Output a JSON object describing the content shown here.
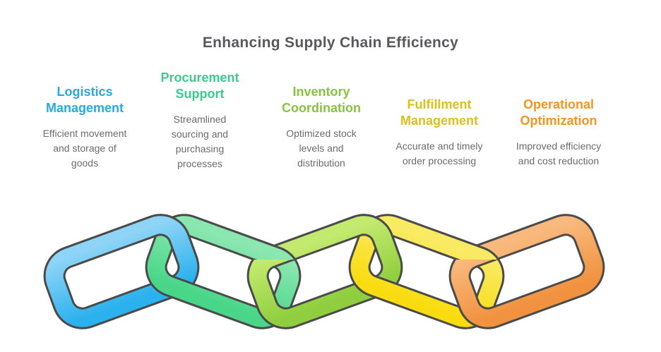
{
  "title": "Enhancing Supply Chain Efficiency",
  "title_color": "#58595B",
  "items": [
    {
      "title": [
        "Logistics",
        "Management"
      ],
      "desc": [
        "Efficient movement",
        "and storage of",
        "goods"
      ],
      "color": "#29A9E0",
      "link_gradient": [
        "#8DD4F6",
        "#2BB1EE"
      ]
    },
    {
      "title": [
        "Procurement",
        "Support"
      ],
      "desc": [
        "Streamlined",
        "sourcing and",
        "purchasing",
        "processes"
      ],
      "color": "#3BCB8E",
      "link_gradient": [
        "#8AE7AF",
        "#49D689"
      ]
    },
    {
      "title": [
        "Inventory",
        "Coordination"
      ],
      "desc": [
        "Optimized stock",
        "levels and",
        "distribution"
      ],
      "color": "#86C440",
      "link_gradient": [
        "#C3EA6E",
        "#8FCE3E"
      ]
    },
    {
      "title": [
        "Fulfillment",
        "Management"
      ],
      "desc": [
        "Accurate and timely",
        "order processing"
      ],
      "color": "#DCC01C",
      "link_gradient": [
        "#F9EA63",
        "#F9DC10"
      ]
    },
    {
      "title": [
        "Operational",
        "Optimization"
      ],
      "desc": [
        "Improved efficiency",
        "and cost reduction"
      ],
      "color": "#F5941F",
      "link_gradient": [
        "#F9B97C",
        "#F0923F"
      ]
    }
  ],
  "chain": {
    "outline_color": "#4A4A4A",
    "link_names": [
      "blue-link",
      "green-link",
      "yellow-green-link",
      "yellow-link",
      "orange-link"
    ]
  }
}
